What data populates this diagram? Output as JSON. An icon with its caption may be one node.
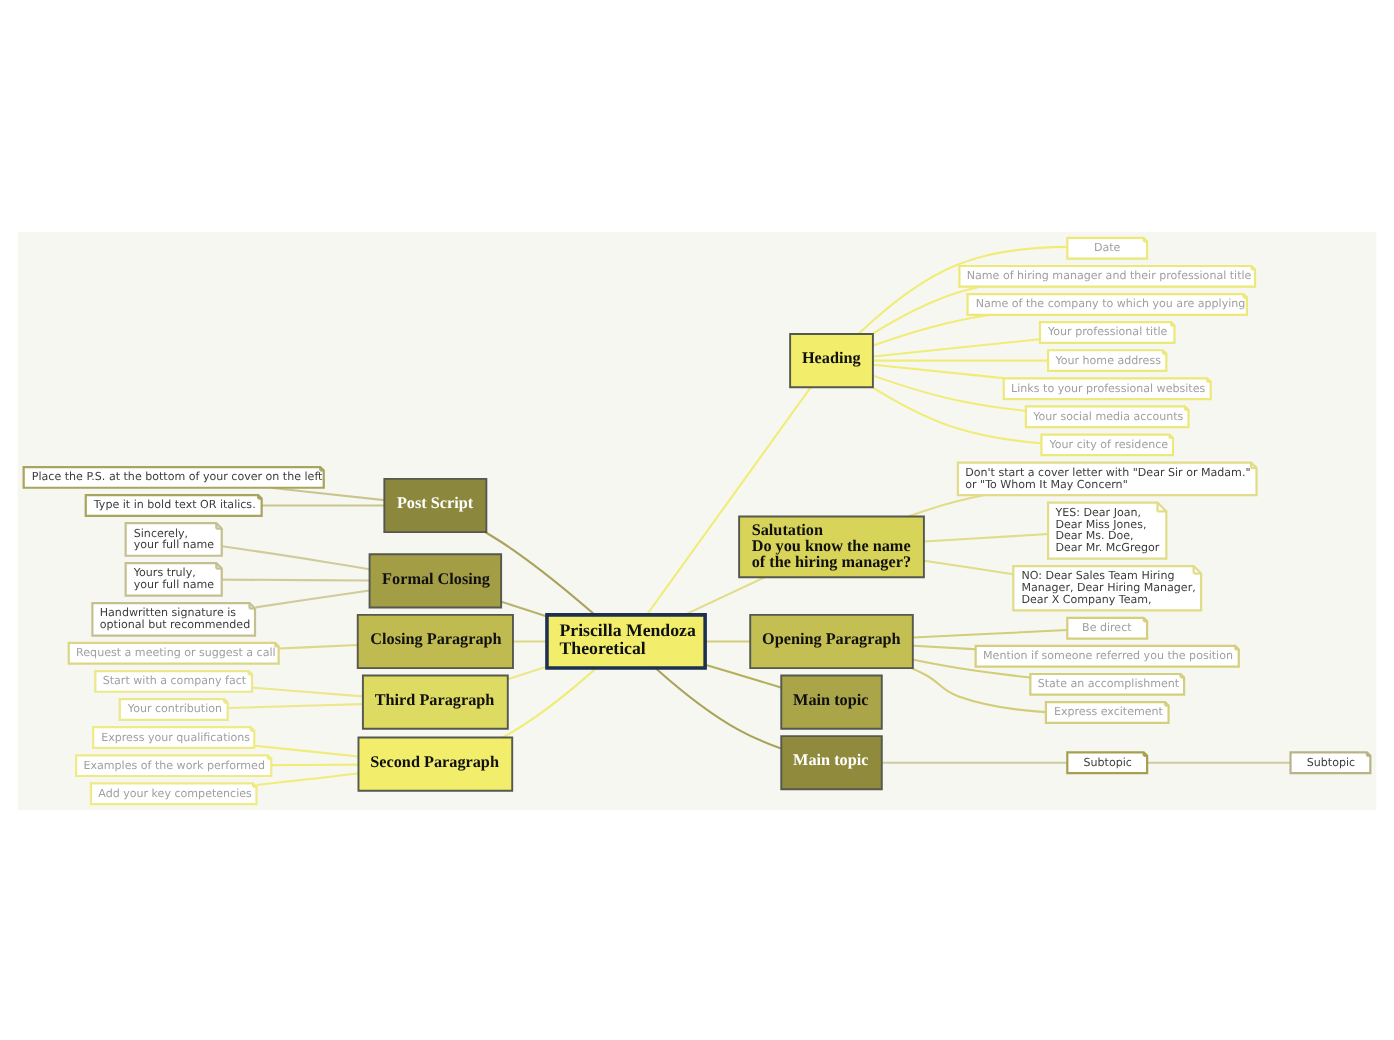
{
  "diagram": {
    "nodes": [
      {
        "text": [
          "Priscilla Mendoza Theoretical"
        ]
      },
      {
        "text": [
          "Heading"
        ]
      },
      {
        "text": [
          "Date"
        ]
      },
      {
        "text": [
          "Name of hiring manager and their professional title"
        ]
      },
      {
        "text": [
          "Name of the company to which you are applying"
        ]
      },
      {
        "text": [
          "Your professional title"
        ]
      },
      {
        "text": [
          "Your home address"
        ]
      },
      {
        "text": [
          "Links to your professional websites"
        ]
      },
      {
        "text": [
          "Your social media accounts"
        ]
      },
      {
        "text": [
          "Your city of residence"
        ]
      },
      {
        "text": [
          "Salutation",
          "Do you know the name of the hiring manager?"
        ]
      },
      {
        "text": [
          "Don't start a cover letter with \"Dear Sir or Madam.\" or \"To Whom It May Concern\""
        ]
      },
      {
        "text": [
          "YES: Dear Joan, Dear Miss Jones, Dear Ms. Doe, Dear Mr. McGregor"
        ]
      },
      {
        "text": [
          "NO: Dear Sales Team Hiring Manager, Dear Hiring Manager, Dear X Company Team,"
        ]
      },
      {
        "text": [
          "Opening Paragraph"
        ]
      },
      {
        "text": [
          "Be direct"
        ]
      },
      {
        "text": [
          "Mention if someone referred you the position"
        ]
      },
      {
        "text": [
          "State an accomplishment"
        ]
      },
      {
        "text": [
          "Express excitement"
        ]
      },
      {
        "text": [
          "Main topic"
        ]
      },
      {
        "text": [
          "Main topic"
        ]
      },
      {
        "text": [
          "Subtopic"
        ]
      },
      {
        "text": [
          "Subtopic"
        ]
      },
      {
        "text": [
          "Post Script"
        ]
      },
      {
        "text": [
          "Place the P.S. at the bottom of your cover on the left"
        ]
      },
      {
        "text": [
          "Type it in bold text OR italics."
        ]
      },
      {
        "text": [
          "Formal Closing"
        ]
      },
      {
        "text": [
          "Sincerely, your full name"
        ]
      },
      {
        "text": [
          "Yours truly, your full name"
        ]
      },
      {
        "text": [
          "Handwritten signature is optional but recommended"
        ]
      },
      {
        "text": [
          "Closing Paragraph"
        ]
      },
      {
        "text": [
          "Request a meeting or suggest a call"
        ]
      },
      {
        "text": [
          "Third Paragraph"
        ]
      },
      {
        "text": [
          "Start with a company fact"
        ]
      },
      {
        "text": [
          "Your contribution"
        ]
      },
      {
        "text": [
          "Second Paragraph"
        ]
      },
      {
        "text": [
          "Express your qualifications"
        ]
      },
      {
        "text": [
          "Examples of the work performed"
        ]
      },
      {
        "text": [
          "Add your key competencies"
        ]
      }
    ],
    "edges": [
      {
        "from": 0,
        "to": 1,
        "arrow": "none"
      },
      {
        "from": 1,
        "to": 2,
        "arrow": "none"
      },
      {
        "from": 1,
        "to": 3,
        "arrow": "none"
      },
      {
        "from": 1,
        "to": 4,
        "arrow": "none"
      },
      {
        "from": 1,
        "to": 5,
        "arrow": "none"
      },
      {
        "from": 1,
        "to": 6,
        "arrow": "none"
      },
      {
        "from": 1,
        "to": 7,
        "arrow": "none"
      },
      {
        "from": 1,
        "to": 8,
        "arrow": "none"
      },
      {
        "from": 1,
        "to": 9,
        "arrow": "none"
      },
      {
        "from": 0,
        "to": 10,
        "arrow": "none",
        "color": "#e0dc88"
      },
      {
        "from": 10,
        "to": 11,
        "arrow": "none",
        "color": "#e0dc88"
      },
      {
        "from": 10,
        "to": 12,
        "arrow": "none",
        "color": "#e0dc88"
      },
      {
        "from": 10,
        "to": 13,
        "arrow": "none",
        "color": "#e0dc88"
      },
      {
        "from": 0,
        "to": 14,
        "arrow": "none",
        "color": "#d2cd78"
      },
      {
        "from": 14,
        "to": 15,
        "arrow": "none",
        "color": "#d2cd78"
      },
      {
        "from": 14,
        "to": 16,
        "arrow": "none",
        "color": "#d2cd78"
      },
      {
        "from": 14,
        "to": 17,
        "arrow": "none",
        "color": "#d2cd78"
      },
      {
        "from": 14,
        "to": 18,
        "arrow": "none",
        "color": "#d2cd78"
      },
      {
        "from": 0,
        "to": 19,
        "arrow": "none",
        "color": "#b4af5c"
      },
      {
        "from": 0,
        "to": 20,
        "arrow": "none",
        "color": "#a8a35a"
      },
      {
        "from": 20,
        "to": 21,
        "arrow": "none",
        "color": "#cfcb9e"
      },
      {
        "from": 21,
        "to": 22,
        "arrow": "none",
        "color": "#cfcb9e"
      },
      {
        "from": 23,
        "to": 0,
        "arrow": "none",
        "color": "#a8a35c"
      },
      {
        "from": 24,
        "to": 23,
        "arrow": "none",
        "color": "#c9c58e"
      },
      {
        "from": 25,
        "to": 23,
        "arrow": "none",
        "color": "#c9c58e"
      },
      {
        "from": 26,
        "to": 0,
        "arrow": "none",
        "color": "#b8b36a"
      },
      {
        "from": 27,
        "to": 26,
        "arrow": "none",
        "color": "#cfcb9a"
      },
      {
        "from": 28,
        "to": 26,
        "arrow": "none",
        "color": "#cfcb9a"
      },
      {
        "from": 29,
        "to": 26,
        "arrow": "none",
        "color": "#cfcb9a"
      },
      {
        "from": 30,
        "to": 0,
        "arrow": "none",
        "color": "#dcd886"
      },
      {
        "from": 31,
        "to": 30,
        "arrow": "none",
        "color": "#dcd886"
      },
      {
        "from": 32,
        "to": 0,
        "arrow": "none",
        "color": "#ebe78a"
      },
      {
        "from": 33,
        "to": 32,
        "arrow": "none",
        "color": "#ebe78a"
      },
      {
        "from": 34,
        "to": 32,
        "arrow": "none",
        "color": "#ebe78a"
      },
      {
        "from": 35,
        "to": 0,
        "arrow": "none"
      },
      {
        "from": 36,
        "to": 35,
        "arrow": "none"
      },
      {
        "from": 37,
        "to": 35,
        "arrow": "none"
      },
      {
        "from": 38,
        "to": 35,
        "arrow": "none"
      }
    ]
  }
}
